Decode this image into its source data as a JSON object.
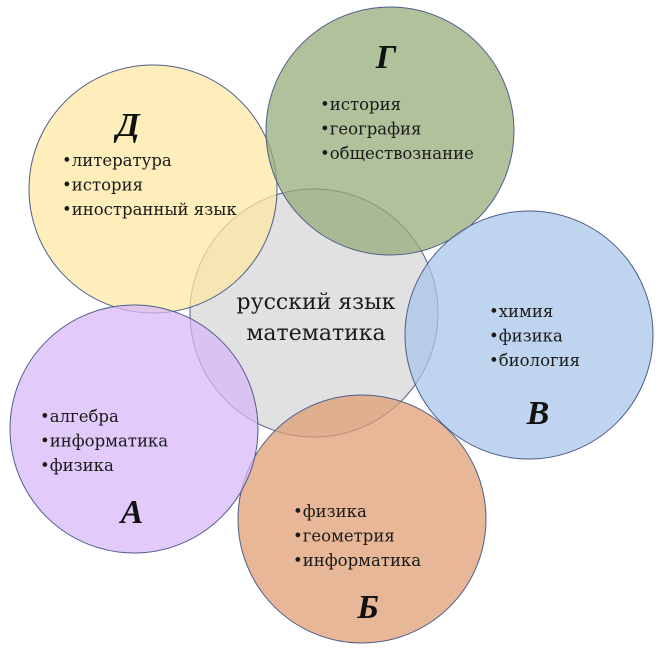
{
  "center": {
    "lines": [
      "русский язык",
      "математика"
    ],
    "color": "#d6d6d6"
  },
  "groups": [
    {
      "id": "d",
      "letter": "Д",
      "color": "#fde8a3",
      "items": [
        "•литература",
        "•история",
        "•иностранный язык"
      ]
    },
    {
      "id": "g",
      "letter": "Г",
      "color": "#94ac78",
      "items": [
        "•история",
        "•география",
        "•обществознание"
      ]
    },
    {
      "id": "v",
      "letter": "В",
      "color": "#a8c7ea",
      "items": [
        "•химия",
        "•физика",
        "•биология"
      ]
    },
    {
      "id": "b",
      "letter": "Б",
      "color": "#de9e73",
      "items": [
        "•физика",
        "•геометрия",
        "•информатика"
      ]
    },
    {
      "id": "a",
      "letter": "А",
      "color": "#d8b8fa",
      "items": [
        "•алгебра",
        "•информатика",
        "•физика"
      ]
    }
  ]
}
